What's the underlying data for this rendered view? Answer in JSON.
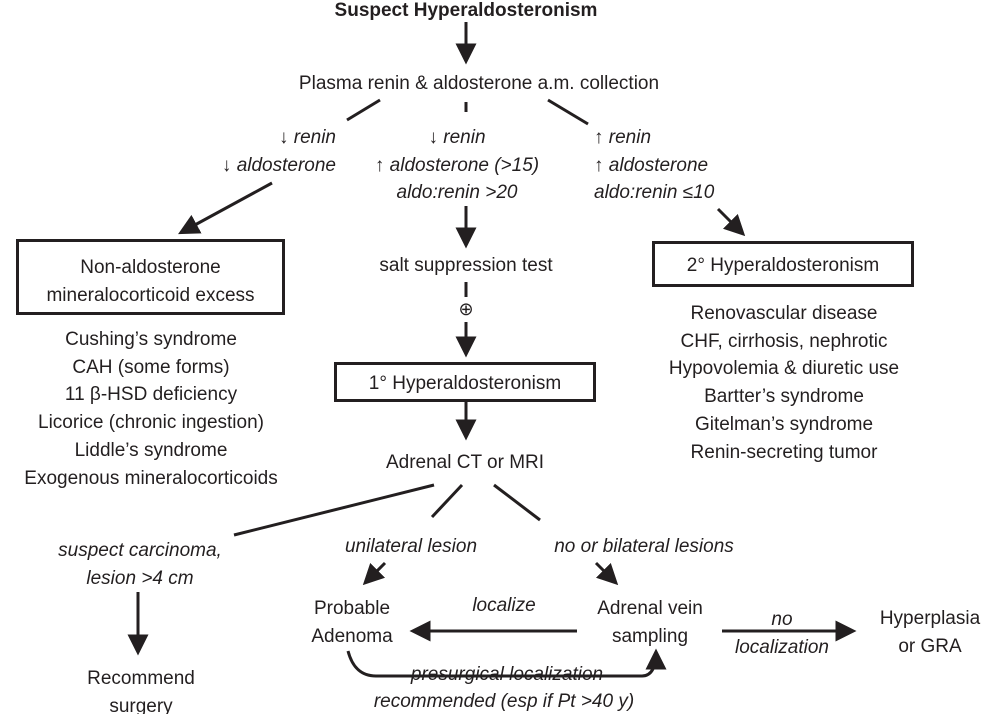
{
  "title": "Suspect Hyperaldosteronism",
  "plasma_step": "Plasma renin & aldosterone a.m. collection",
  "left_branch": {
    "renin": "↓ renin",
    "aldosterone": "↓ aldosterone"
  },
  "middle_branch": {
    "renin": "↓ renin",
    "aldosterone": "↑ aldosterone (>15)",
    "ratio": "aldo:renin >20"
  },
  "right_branch": {
    "renin": "↑ renin",
    "aldosterone": "↑ aldosterone",
    "ratio": "aldo:renin ≤10"
  },
  "non_aldo_box": {
    "line1": "Non-aldosterone",
    "line2": "mineralocorticoid excess"
  },
  "non_aldo_causes": [
    "Cushing’s syndrome",
    "CAH (some forms)",
    "11 β-HSD deficiency",
    "Licorice (chronic ingestion)",
    "Liddle’s syndrome",
    "Exogenous mineralocorticoids"
  ],
  "salt_test": "salt suppression test",
  "positive_symbol": "⊕",
  "primary_box": "1° Hyperaldosteronism",
  "secondary_box": "2° Hyperaldosteronism",
  "secondary_causes": [
    "Renovascular disease",
    "CHF, cirrhosis, nephrotic",
    "Hypovolemia & diuretic use",
    "Bartter’s syndrome",
    "Gitelman’s syndrome",
    "Renin-secreting tumor"
  ],
  "imaging": "Adrenal CT or MRI",
  "carcinoma": {
    "line1": "suspect carcinoma,",
    "line2": "lesion >4 cm"
  },
  "unilateral": "unilateral lesion",
  "bilateral": "no or bilateral lesions",
  "surgery": {
    "line1": "Recommend",
    "line2": "surgery"
  },
  "adenoma": {
    "line1": "Probable",
    "line2": "Adenoma"
  },
  "localize": "localize",
  "avs": {
    "line1": "Adrenal vein",
    "line2": "sampling"
  },
  "no_localization": {
    "line1": "no",
    "line2": "localization"
  },
  "hyperplasia": {
    "line1": "Hyperplasia",
    "line2": "or GRA"
  },
  "presurgical": {
    "line1": "presurgical localization",
    "line2": "recommended (esp if Pt >40 y)"
  }
}
